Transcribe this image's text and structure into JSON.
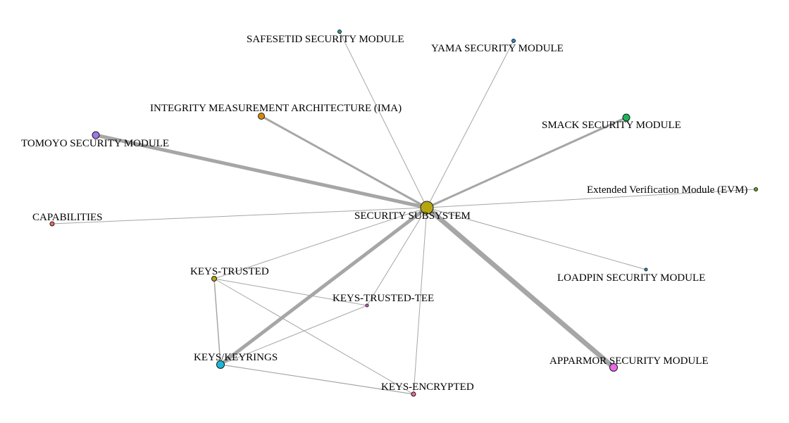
{
  "nodes": [
    {
      "id": "security",
      "label": "SECURITY SUBSYSTEM",
      "color": "#b5a511"
    },
    {
      "id": "safesetid",
      "label": "SAFESETID SECURITY MODULE",
      "color": "#1fa39a"
    },
    {
      "id": "yama",
      "label": "YAMA SECURITY MODULE",
      "color": "#2b8fd6"
    },
    {
      "id": "ima",
      "label": "INTEGRITY MEASUREMENT ARCHITECTURE (IMA)",
      "color": "#d68a0c"
    },
    {
      "id": "smack",
      "label": "SMACK SECURITY MODULE",
      "color": "#18b858"
    },
    {
      "id": "tomoyo",
      "label": "TOMOYO SECURITY MODULE",
      "color": "#a077e8"
    },
    {
      "id": "evm",
      "label": "Extended Verification Module (EVM)",
      "color": "#6aa51a"
    },
    {
      "id": "capabilities",
      "label": "CAPABILITIES",
      "color": "#f06a5a"
    },
    {
      "id": "keys_trusted",
      "label": "KEYS-TRUSTED",
      "color": "#b5a511"
    },
    {
      "id": "loadpin",
      "label": "LOADPIN SECURITY MODULE",
      "color": "#2b8fd6"
    },
    {
      "id": "keys_trusted_tee",
      "label": "KEYS-TRUSTED-TEE",
      "color": "#e060d8"
    },
    {
      "id": "keyrings",
      "label": "KEYS/KEYRINGS",
      "color": "#1ab8d8"
    },
    {
      "id": "apparmor",
      "label": "APPARMOR SECURITY MODULE",
      "color": "#ea6ae6"
    },
    {
      "id": "keys_encrypted",
      "label": "KEYS-ENCRYPTED",
      "color": "#ef6a9a"
    }
  ],
  "edges": [
    {
      "source": "security",
      "target": "safesetid",
      "weight": 1
    },
    {
      "source": "security",
      "target": "yama",
      "weight": 1
    },
    {
      "source": "security",
      "target": "ima",
      "weight": 3
    },
    {
      "source": "security",
      "target": "smack",
      "weight": 3
    },
    {
      "source": "security",
      "target": "tomoyo",
      "weight": 5
    },
    {
      "source": "security",
      "target": "evm",
      "weight": 1
    },
    {
      "source": "security",
      "target": "capabilities",
      "weight": 1
    },
    {
      "source": "security",
      "target": "keys_trusted",
      "weight": 1
    },
    {
      "source": "security",
      "target": "loadpin",
      "weight": 1
    },
    {
      "source": "security",
      "target": "keys_trusted_tee",
      "weight": 1
    },
    {
      "source": "security",
      "target": "keyrings",
      "weight": 5
    },
    {
      "source": "security",
      "target": "apparmor",
      "weight": 7
    },
    {
      "source": "security",
      "target": "keys_encrypted",
      "weight": 1
    },
    {
      "source": "keys_trusted",
      "target": "keyrings",
      "weight": 1.5
    },
    {
      "source": "keys_trusted",
      "target": "keys_trusted_tee",
      "weight": 1
    },
    {
      "source": "keys_trusted",
      "target": "keys_encrypted",
      "weight": 1
    },
    {
      "source": "keyrings",
      "target": "keys_trusted_tee",
      "weight": 1
    },
    {
      "source": "keyrings",
      "target": "keys_encrypted",
      "weight": 1.2
    }
  ],
  "colors": {
    "edge": "#a6a6a6",
    "node_stroke": "#1a1a1a",
    "label": "#000000",
    "background": "#ffffff"
  }
}
